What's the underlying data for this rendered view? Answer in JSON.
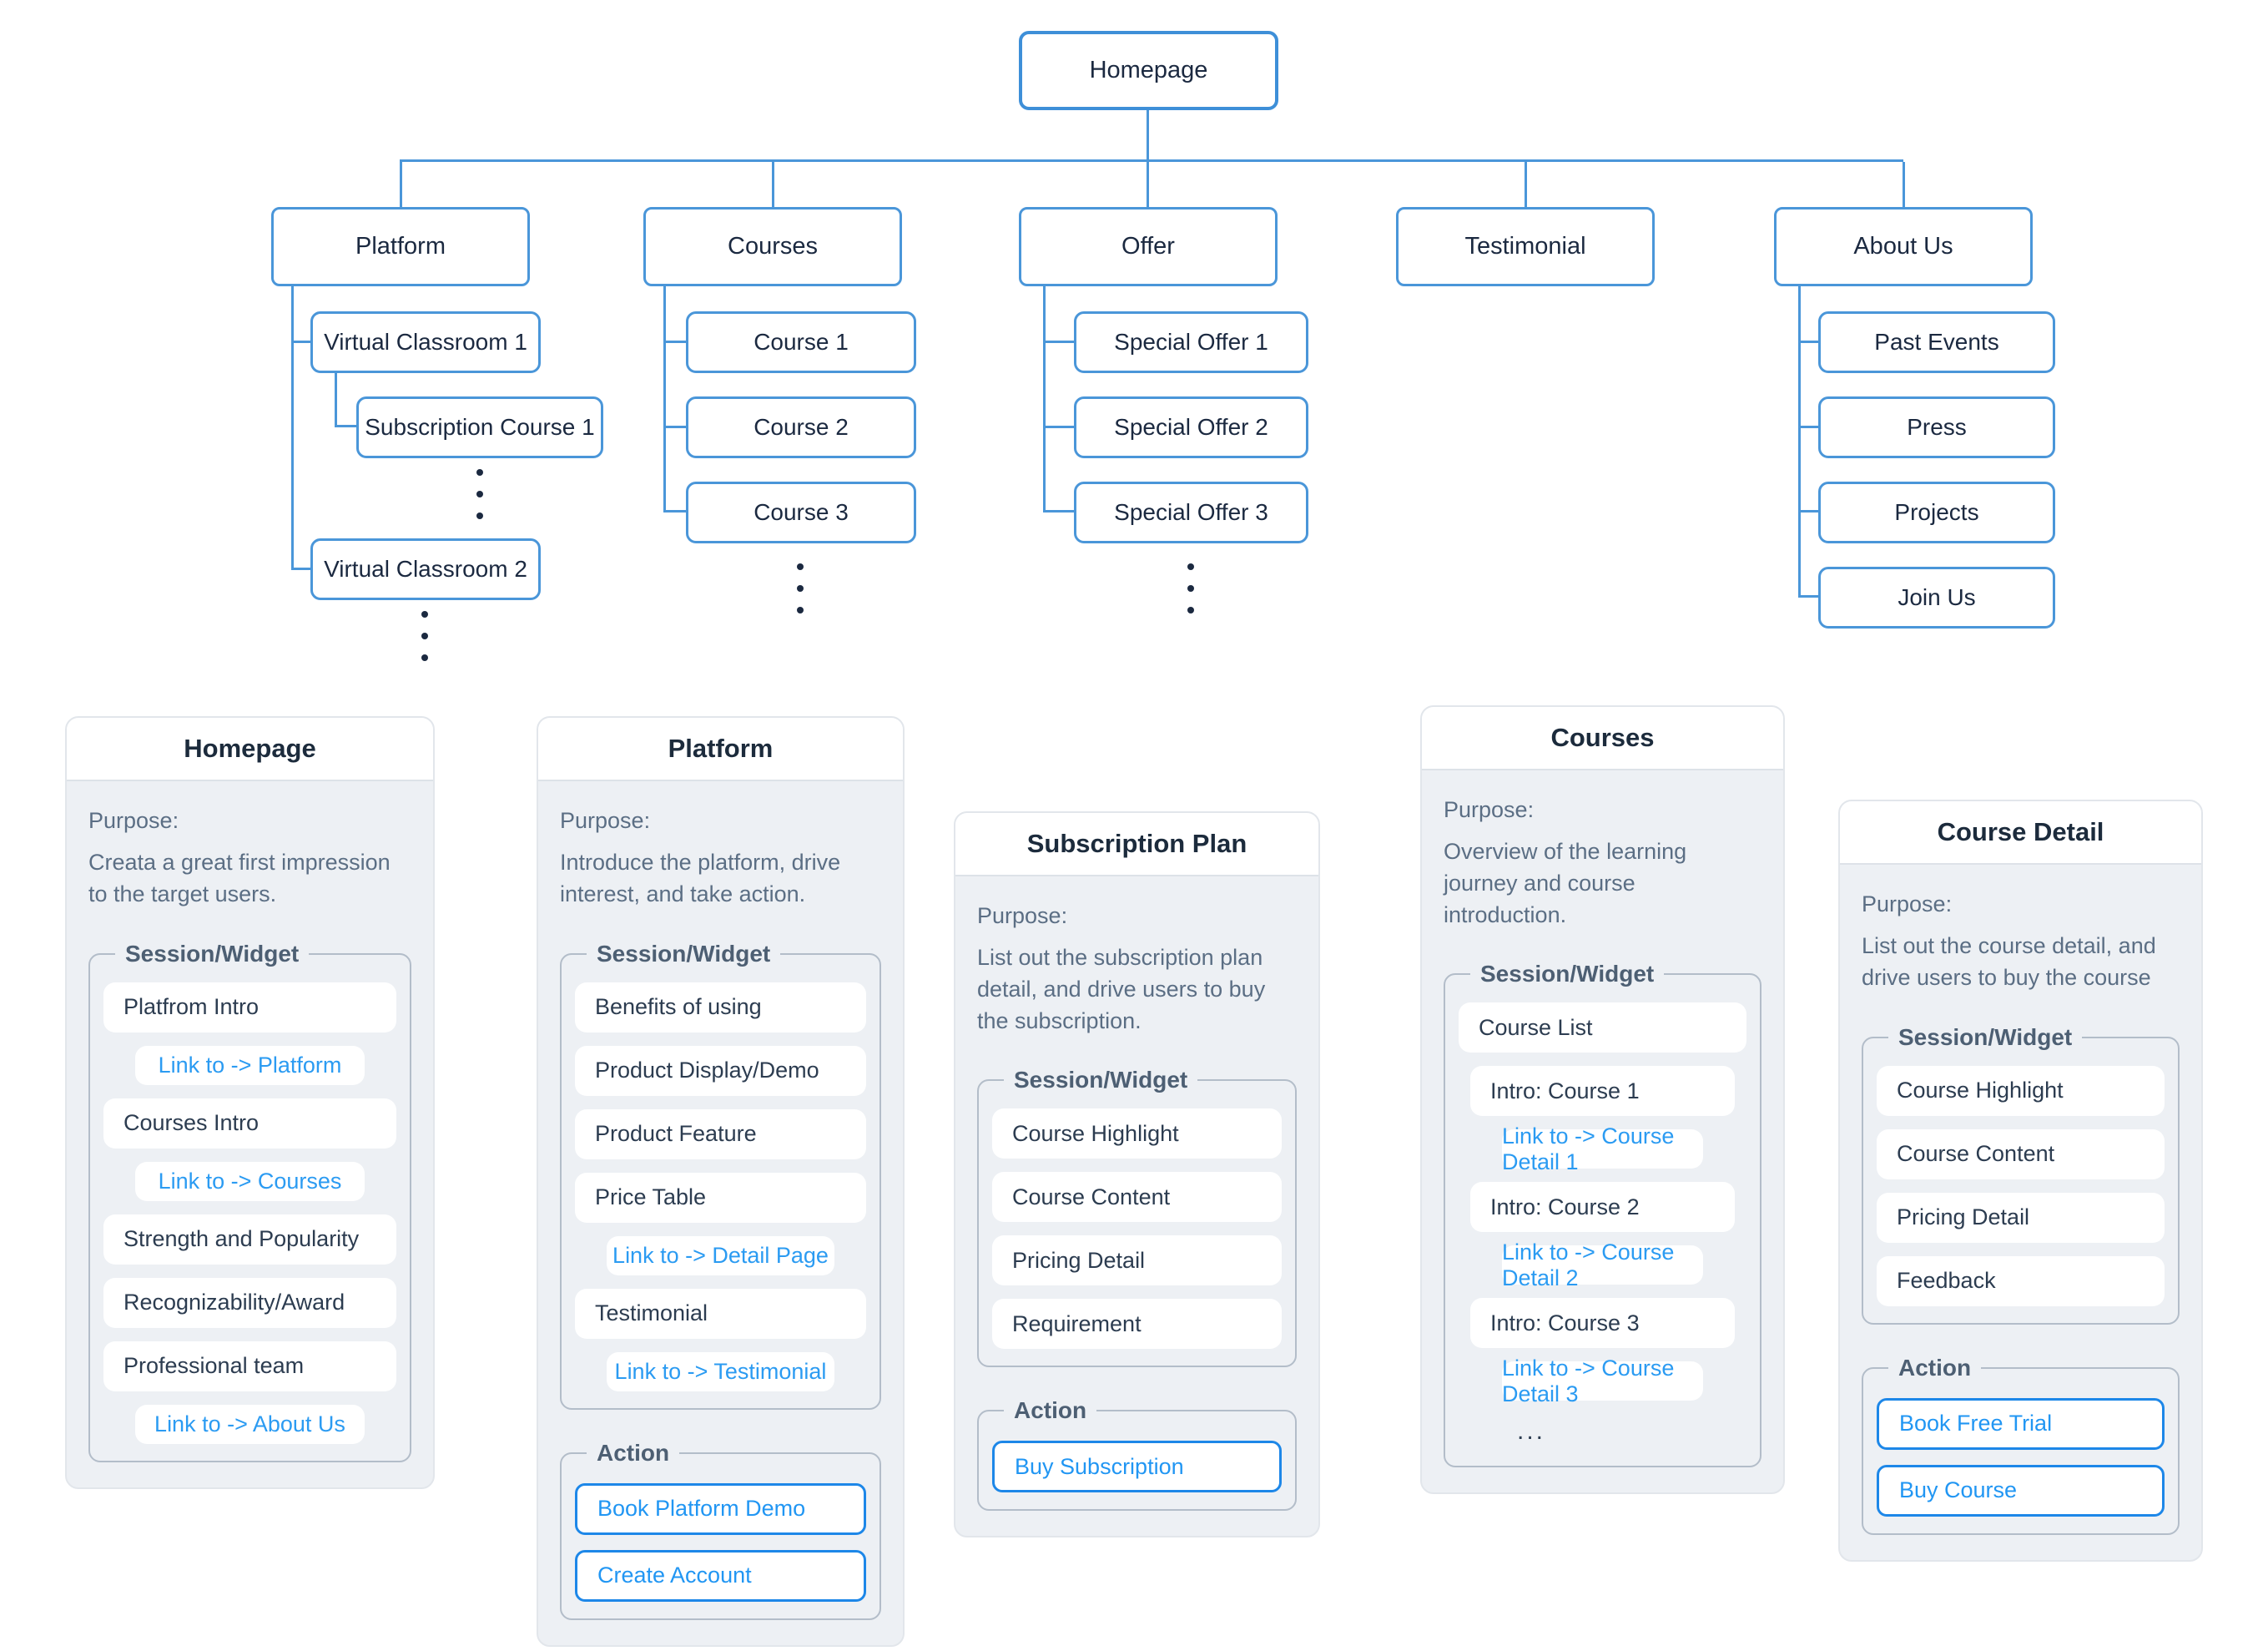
{
  "colors": {
    "node_border_blue": "#4a96d9",
    "link_blue": "#2b9bf2",
    "button_border_blue": "#1d87e8",
    "node_text": "#1b2940",
    "muted_text": "#5b6e84",
    "card_background": "#edf0f4",
    "fieldset_border": "#b3bdc9"
  },
  "tree": {
    "root": {
      "label": "Homepage"
    },
    "platform": {
      "label": "Platform",
      "children": [
        "Virtual Classroom 1",
        "Subscription Course 1",
        "Virtual Classroom 2"
      ]
    },
    "courses": {
      "label": "Courses",
      "children": [
        "Course 1",
        "Course 2",
        "Course 3"
      ]
    },
    "offer": {
      "label": "Offer",
      "children": [
        "Special Offer 1",
        "Special Offer 2",
        "Special Offer 3"
      ]
    },
    "testimonial": {
      "label": "Testimonial"
    },
    "about": {
      "label": "About Us",
      "children": [
        "Past Events",
        "Press",
        "Projects",
        "Join Us"
      ]
    }
  },
  "labels": {
    "purpose": "Purpose:",
    "session": "Session/Widget",
    "action": "Action"
  },
  "cards": {
    "homepage": {
      "title": "Homepage",
      "purpose": "Creata a great first impression to the target users.",
      "items": [
        "Platfrom Intro",
        "Link to -> Platform",
        "Courses Intro",
        "Link to -> Courses",
        "Strength and Popularity",
        "Recognizability/Award",
        "Professional team",
        "Link to -> About Us"
      ]
    },
    "platform": {
      "title": "Platform",
      "purpose": "Introduce the platform, drive interest, and take action.",
      "items": [
        "Benefits of using",
        "Product Display/Demo",
        "Product Feature",
        "Price Table",
        "Link to -> Detail Page",
        "Testimonial",
        "Link to -> Testimonial"
      ],
      "actions": [
        "Book Platform Demo",
        "Create Account"
      ]
    },
    "subscription": {
      "title": "Subscription Plan",
      "purpose": "List out the subscription plan detail, and drive users to buy the subscription.",
      "items": [
        "Course Highlight",
        "Course Content",
        "Pricing Detail",
        "Requirement"
      ],
      "actions": [
        "Buy Subscription"
      ]
    },
    "courses": {
      "title": "Courses",
      "purpose": "Overview of the learning journey and course introduction.",
      "items": [
        "Course List",
        "Intro: Course 1",
        "Link to -> Course Detail 1",
        "Intro: Course 2",
        "Link to -> Course Detail 2",
        "Intro: Course 3",
        "Link to -> Course Detail 3"
      ],
      "more": "..."
    },
    "course_detail": {
      "title": "Course Detail",
      "purpose": "List out the course detail, and drive users to buy the course",
      "items": [
        "Course Highlight",
        "Course Content",
        "Pricing Detail",
        "Feedback"
      ],
      "actions": [
        "Book Free Trial",
        "Buy Course"
      ]
    }
  }
}
